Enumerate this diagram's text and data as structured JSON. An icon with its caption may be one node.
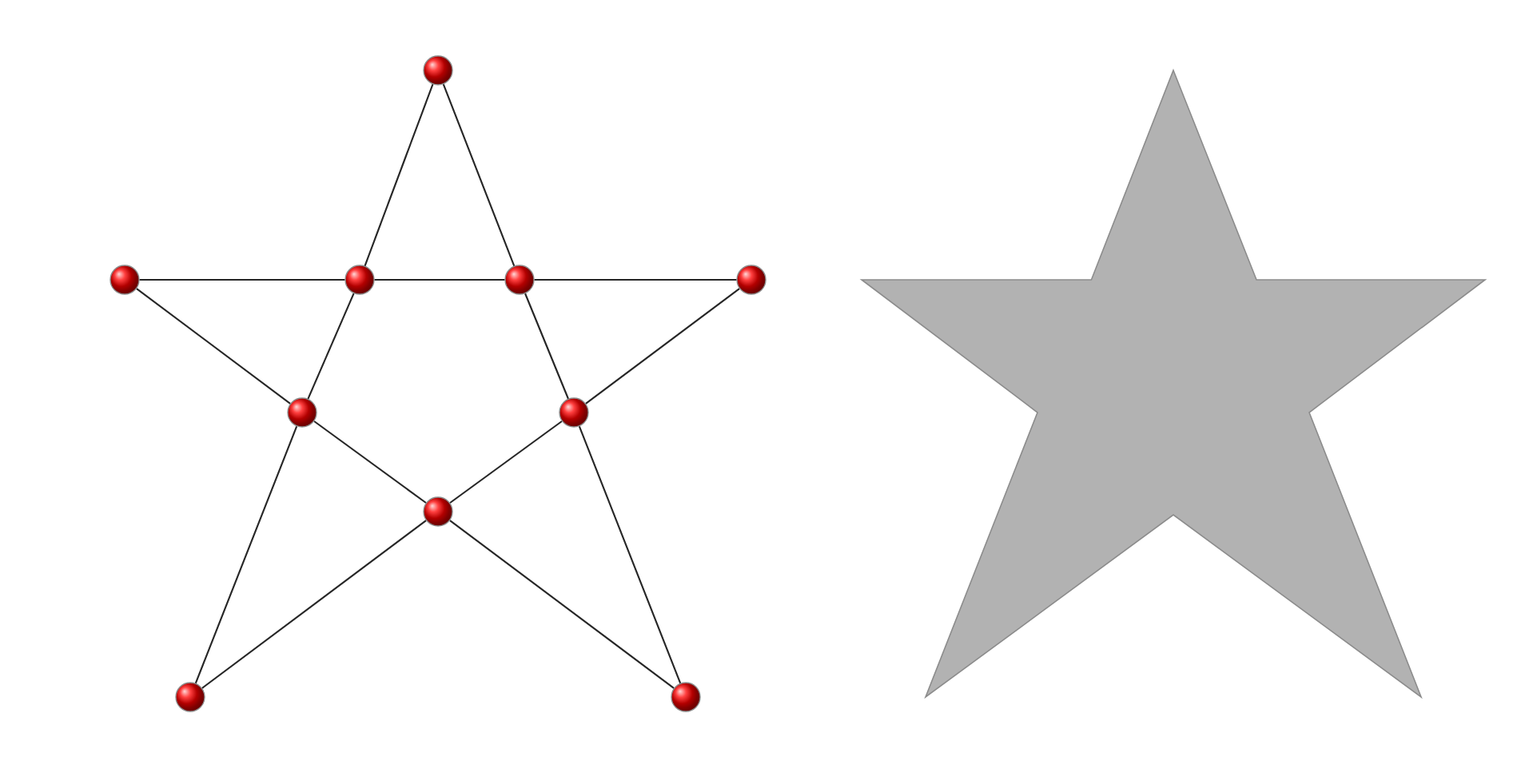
{
  "diagram": {
    "nodes": [
      {
        "text": [],
        "shape": "circle"
      },
      {
        "text": [],
        "shape": "circle"
      },
      {
        "text": [],
        "shape": "circle"
      },
      {
        "text": [],
        "shape": "circle"
      },
      {
        "text": [],
        "shape": "circle"
      },
      {
        "text": [],
        "shape": "circle"
      },
      {
        "text": [],
        "shape": "circle"
      },
      {
        "text": [],
        "shape": "circle"
      },
      {
        "text": [],
        "shape": "circle"
      },
      {
        "text": [],
        "shape": "circle"
      },
      {
        "text": [],
        "shape": "star"
      }
    ],
    "edges": [
      {
        "from": 0,
        "to": 2,
        "arrow": "none"
      },
      {
        "from": 2,
        "to": 5,
        "arrow": "none"
      },
      {
        "from": 5,
        "to": 8,
        "arrow": "none"
      },
      {
        "from": 0,
        "to": 3,
        "arrow": "none"
      },
      {
        "from": 3,
        "to": 6,
        "arrow": "none"
      },
      {
        "from": 6,
        "to": 9,
        "arrow": "none"
      },
      {
        "from": 1,
        "to": 2,
        "arrow": "none"
      },
      {
        "from": 2,
        "to": 3,
        "arrow": "none"
      },
      {
        "from": 3,
        "to": 4,
        "arrow": "none"
      },
      {
        "from": 1,
        "to": 5,
        "arrow": "none"
      },
      {
        "from": 5,
        "to": 7,
        "arrow": "none"
      },
      {
        "from": 7,
        "to": 9,
        "arrow": "none"
      },
      {
        "from": 4,
        "to": 6,
        "arrow": "none"
      },
      {
        "from": 6,
        "to": 7,
        "arrow": "none"
      },
      {
        "from": 7,
        "to": 8,
        "arrow": "none"
      }
    ]
  }
}
